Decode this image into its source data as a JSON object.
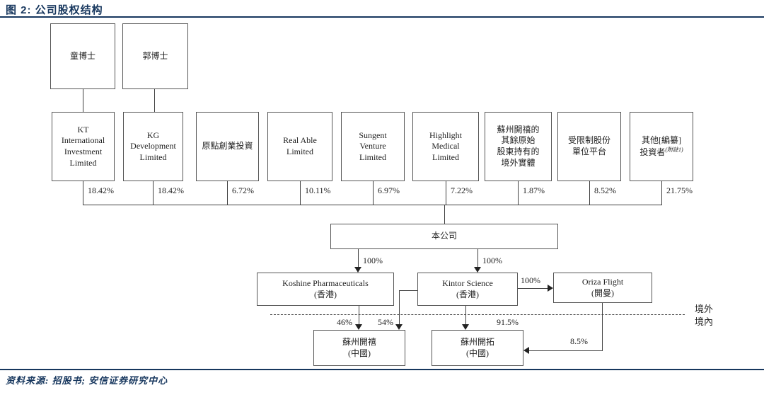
{
  "figure": {
    "title": "图 2: 公司股权结构",
    "source": "资料来源: 招股书; 安信证券研究中心"
  },
  "colors": {
    "accent": "#17375E",
    "line": "#404040",
    "box_border": "#555555"
  },
  "founders": [
    {
      "label": "童博士"
    },
    {
      "label": "郭博士"
    }
  ],
  "shareholders": [
    {
      "label": "KT\nInternational\nInvestment\nLimited",
      "pct": "18.42%"
    },
    {
      "label": "KG\nDevelopment\nLimited",
      "pct": "18.42%"
    },
    {
      "label": "原點創業投資",
      "pct": "6.72%"
    },
    {
      "label": "Real Able\nLimited",
      "pct": "10.11%"
    },
    {
      "label": "Sungent\nVenture\nLimited",
      "pct": "6.97%"
    },
    {
      "label": "Highlight\nMedical\nLimited",
      "pct": "7.22%"
    },
    {
      "label": "蘇州開禧的\n其餘原始\n股東持有的\n境外實體",
      "pct": "1.87%"
    },
    {
      "label": "受限制股份\n單位平台",
      "pct": "8.52%"
    },
    {
      "label": "其他[編纂]\n投資者",
      "note": "(附註1)",
      "pct": "21.75%"
    }
  ],
  "company": {
    "label": "本公司"
  },
  "subsidiaries": {
    "koshine": {
      "label": "Koshine Pharmaceuticals\n(香港)"
    },
    "kintor": {
      "label": "Kintor Science\n(香港)"
    },
    "oriza": {
      "label": "Oriza Flight\n(開曼)"
    },
    "suzhou_kaixi": {
      "label": "蘇州開禧\n(中國)"
    },
    "suzhou_kaituo": {
      "label": "蘇州開拓\n(中國)"
    }
  },
  "edges": {
    "company_to_koshine": "100%",
    "company_to_kintor": "100%",
    "kintor_to_oriza": "100%",
    "koshine_to_kaixi": "46%",
    "kintor_to_kaixi": "54%",
    "kintor_to_kaituo": "91.5%",
    "oriza_to_kaituo": "8.5%"
  },
  "regions": {
    "offshore": "境外",
    "onshore": "境內"
  }
}
